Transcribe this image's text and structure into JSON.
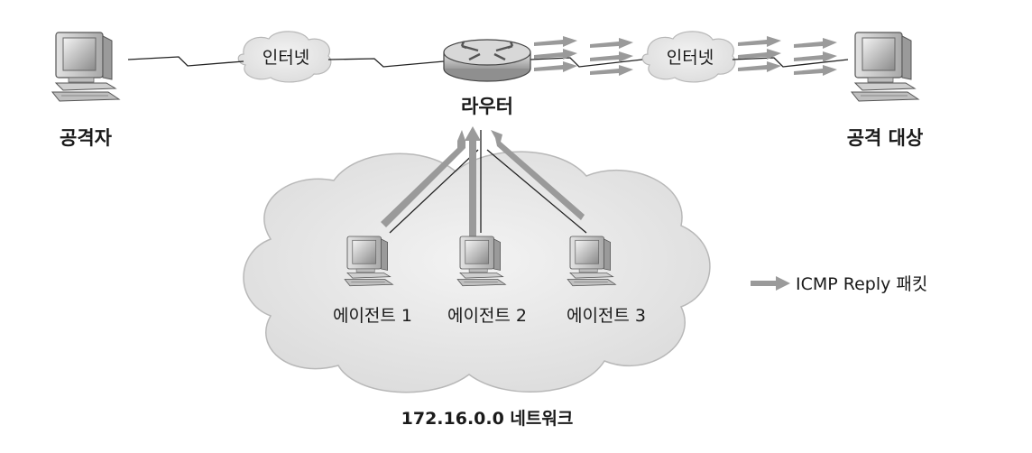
{
  "nodes": {
    "attacker": {
      "label": "공격자"
    },
    "target": {
      "label": "공격 대상"
    },
    "router": {
      "label": "라우터"
    },
    "internet_left": {
      "label": "인터넷"
    },
    "internet_right": {
      "label": "인터넷"
    },
    "agents": [
      {
        "label": "에이전트 1"
      },
      {
        "label": "에이전트 2"
      },
      {
        "label": "에이전트 3"
      }
    ],
    "network": {
      "label": "172.16.0.0 네트워크"
    }
  },
  "legend": {
    "label": "ICMP Reply 패킷"
  },
  "colors": {
    "arrow": "#9a9a9a",
    "cloud_fill": "#e9e9e9",
    "cloud_stroke": "#b8b8b8",
    "line": "#222222"
  }
}
